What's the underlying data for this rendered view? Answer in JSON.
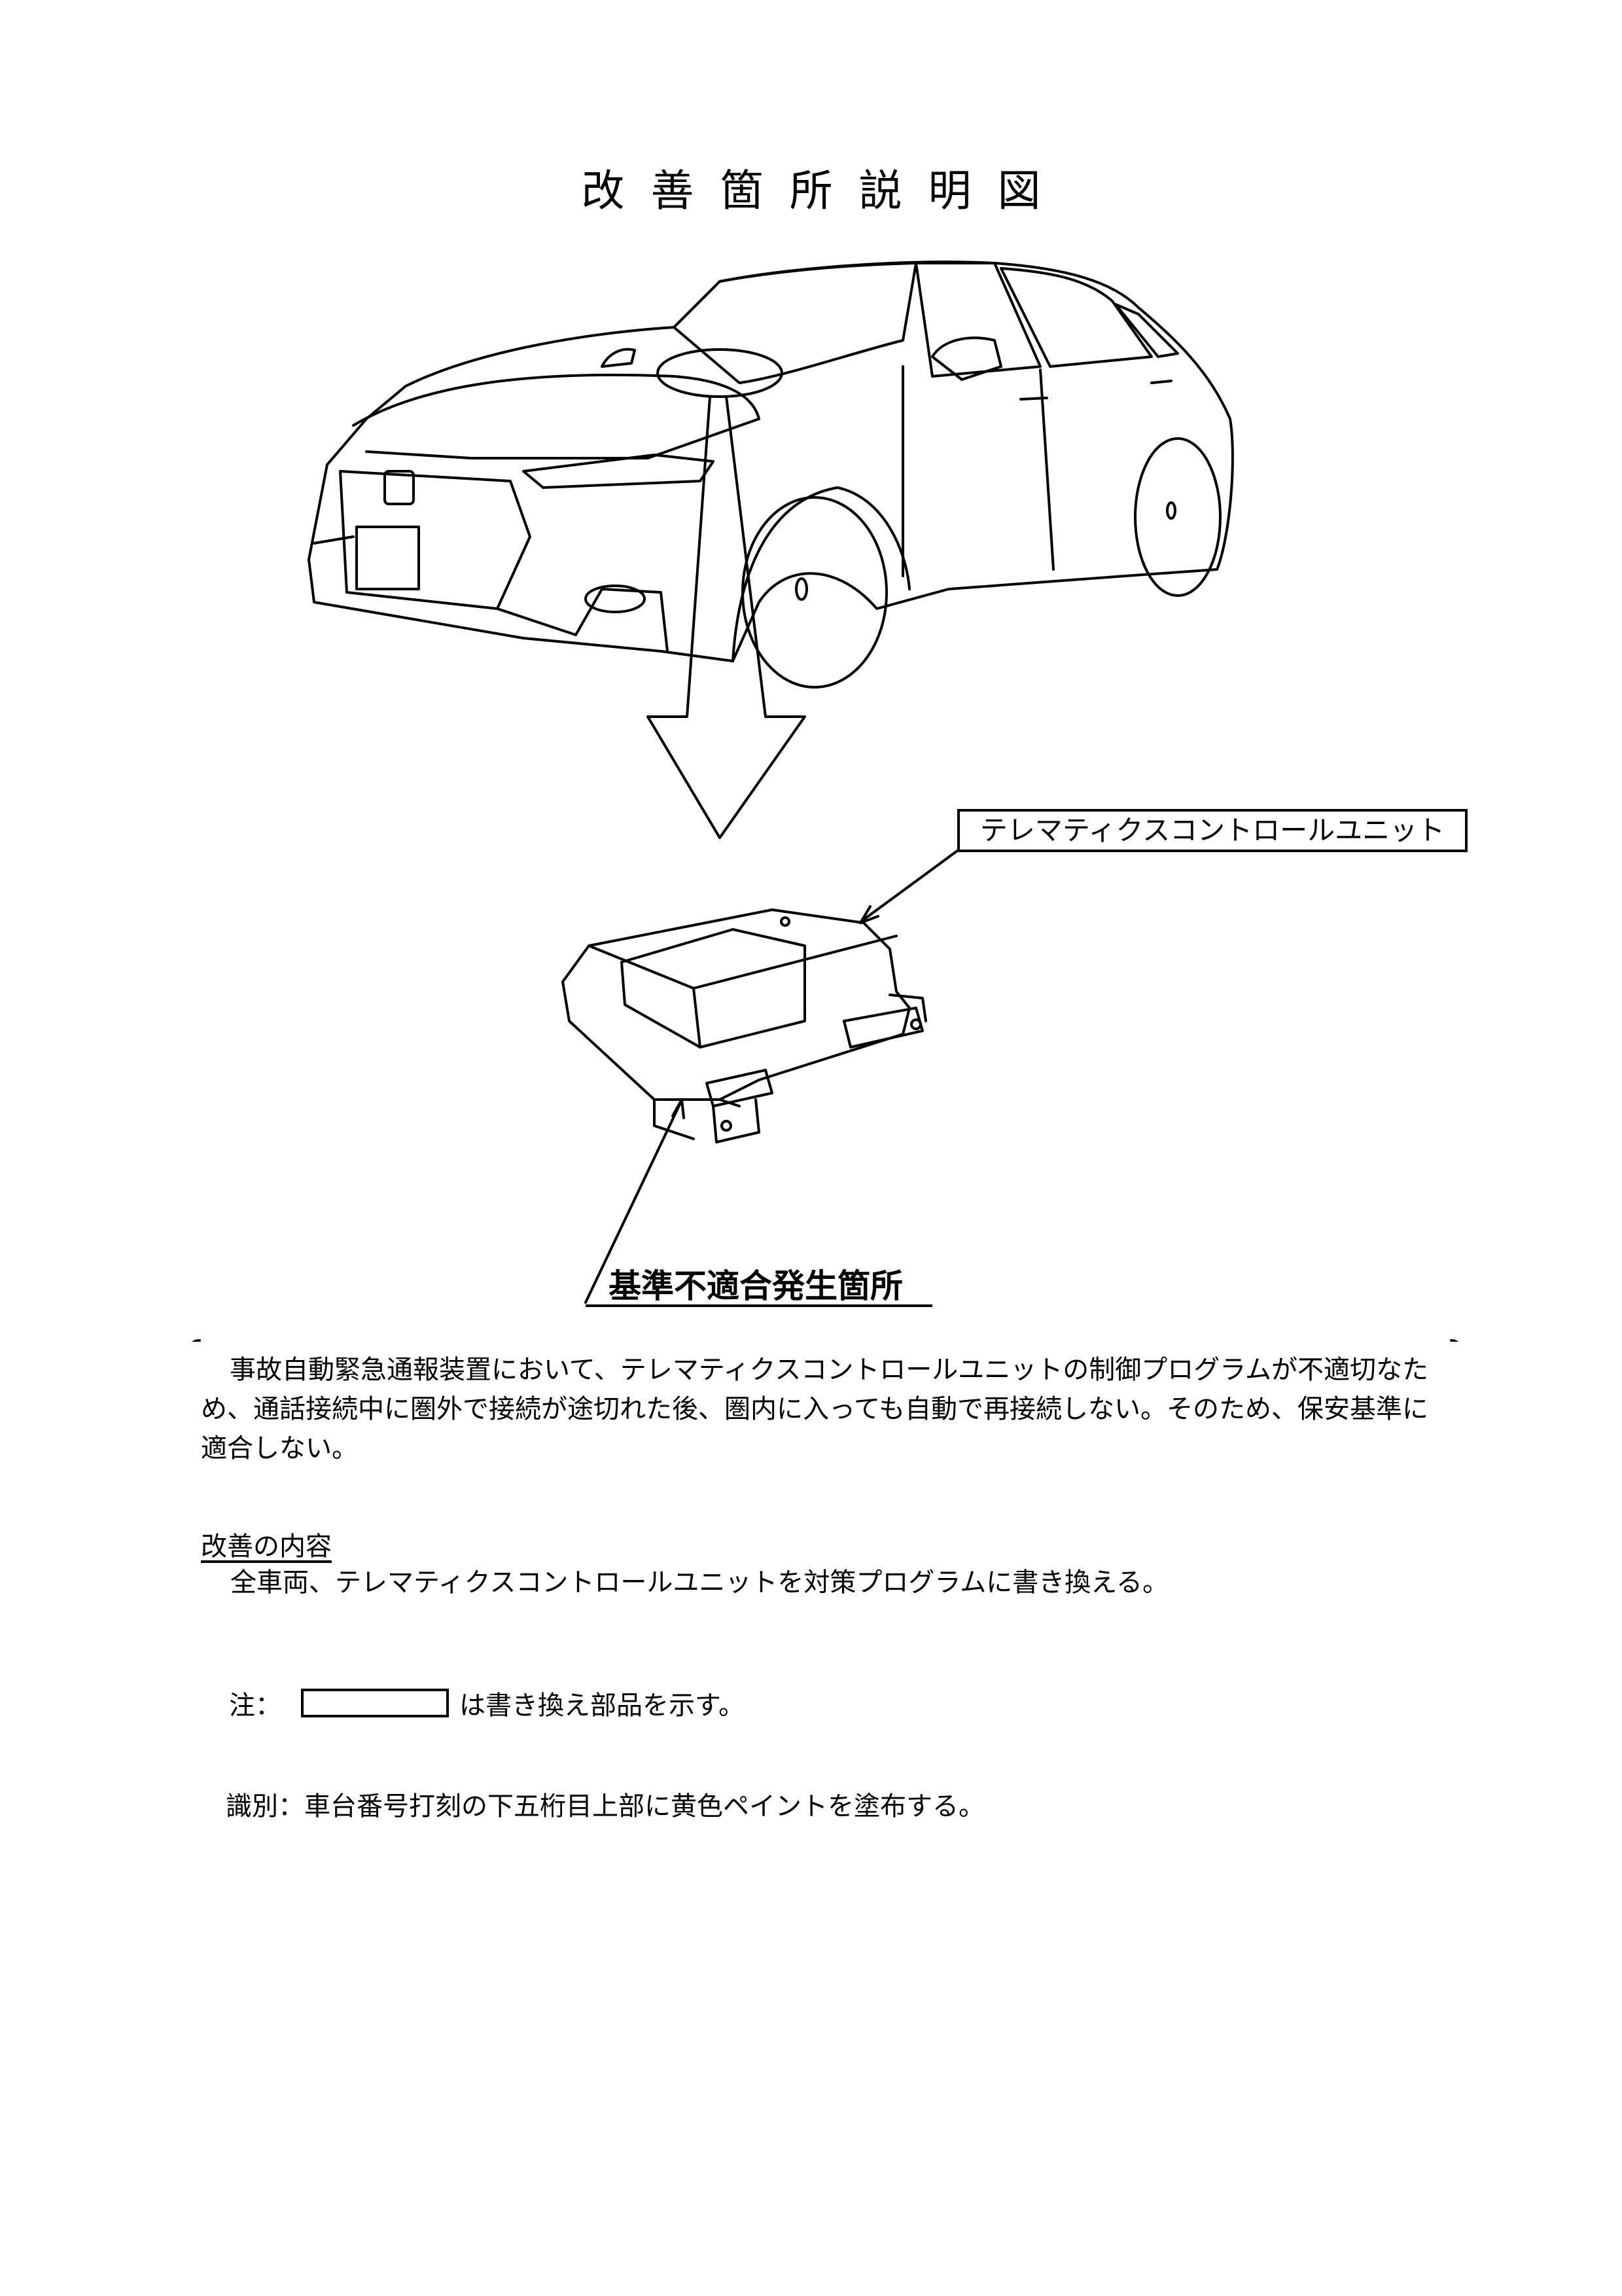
{
  "document": {
    "title": "改善箇所説明図",
    "component_label": "テレマティクスコントロールユニット",
    "defect_label": "基準不適合発生箇所",
    "description": "事故自動緊急通報装置において、テレマティクスコントロールユニットの制御プログラムが不適切なため、通話接続中に圏外で接続が途切れた後、圏内に入っても自動で再接続しない。そのため、保安基準に適合しない。",
    "remedy_heading": "改善の内容",
    "remedy_text": "全車両、テレマティクスコントロールユニットを対策プログラムに書き換える。",
    "note_prefix": "注：",
    "note_suffix": "は書き換え部品を示す。",
    "identification": "識別：車台番号打刻の下五桁目上部に黄色ペイントを塗布する。"
  },
  "illustration": {
    "car": "car-line-drawing",
    "unit": "telematics-control-unit-drawing",
    "arrow": "down-arrow-icon"
  }
}
